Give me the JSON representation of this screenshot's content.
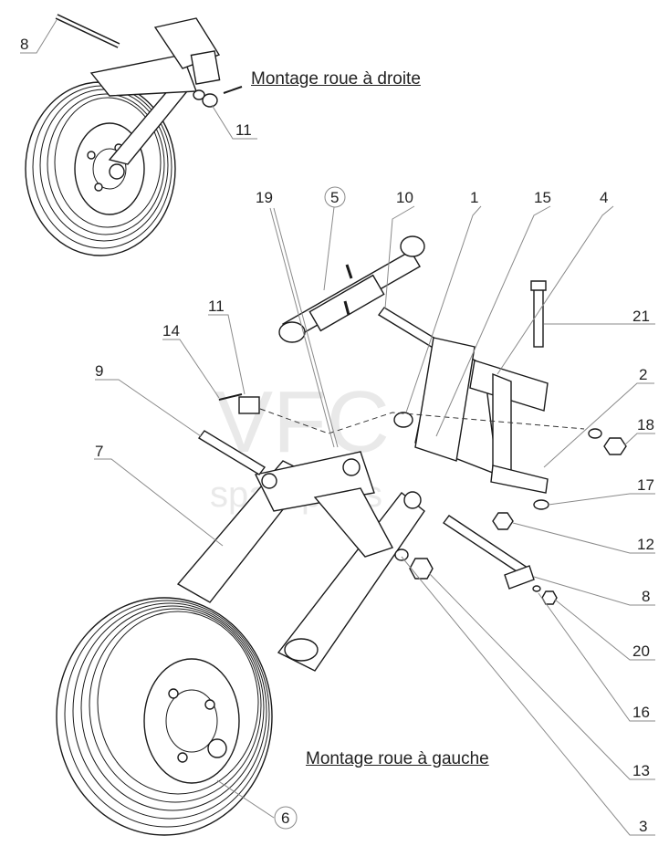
{
  "captions": {
    "right_mount": "Montage roue à droite",
    "left_mount": "Montage roue à gauche"
  },
  "watermark": {
    "main": "VFC",
    "sub": "spareparts"
  },
  "callouts": {
    "top_8": "8",
    "top_11": "11",
    "c19": "19",
    "c5": "5",
    "c10": "10",
    "c1": "1",
    "c15": "15",
    "c4": "4",
    "c21": "21",
    "c11": "11",
    "c14": "14",
    "c9": "9",
    "c2": "2",
    "c18": "18",
    "c7": "7",
    "c17": "17",
    "c12": "12",
    "c8": "8",
    "c20": "20",
    "c16": "16",
    "c13": "13",
    "c3": "3",
    "c6": "6"
  }
}
